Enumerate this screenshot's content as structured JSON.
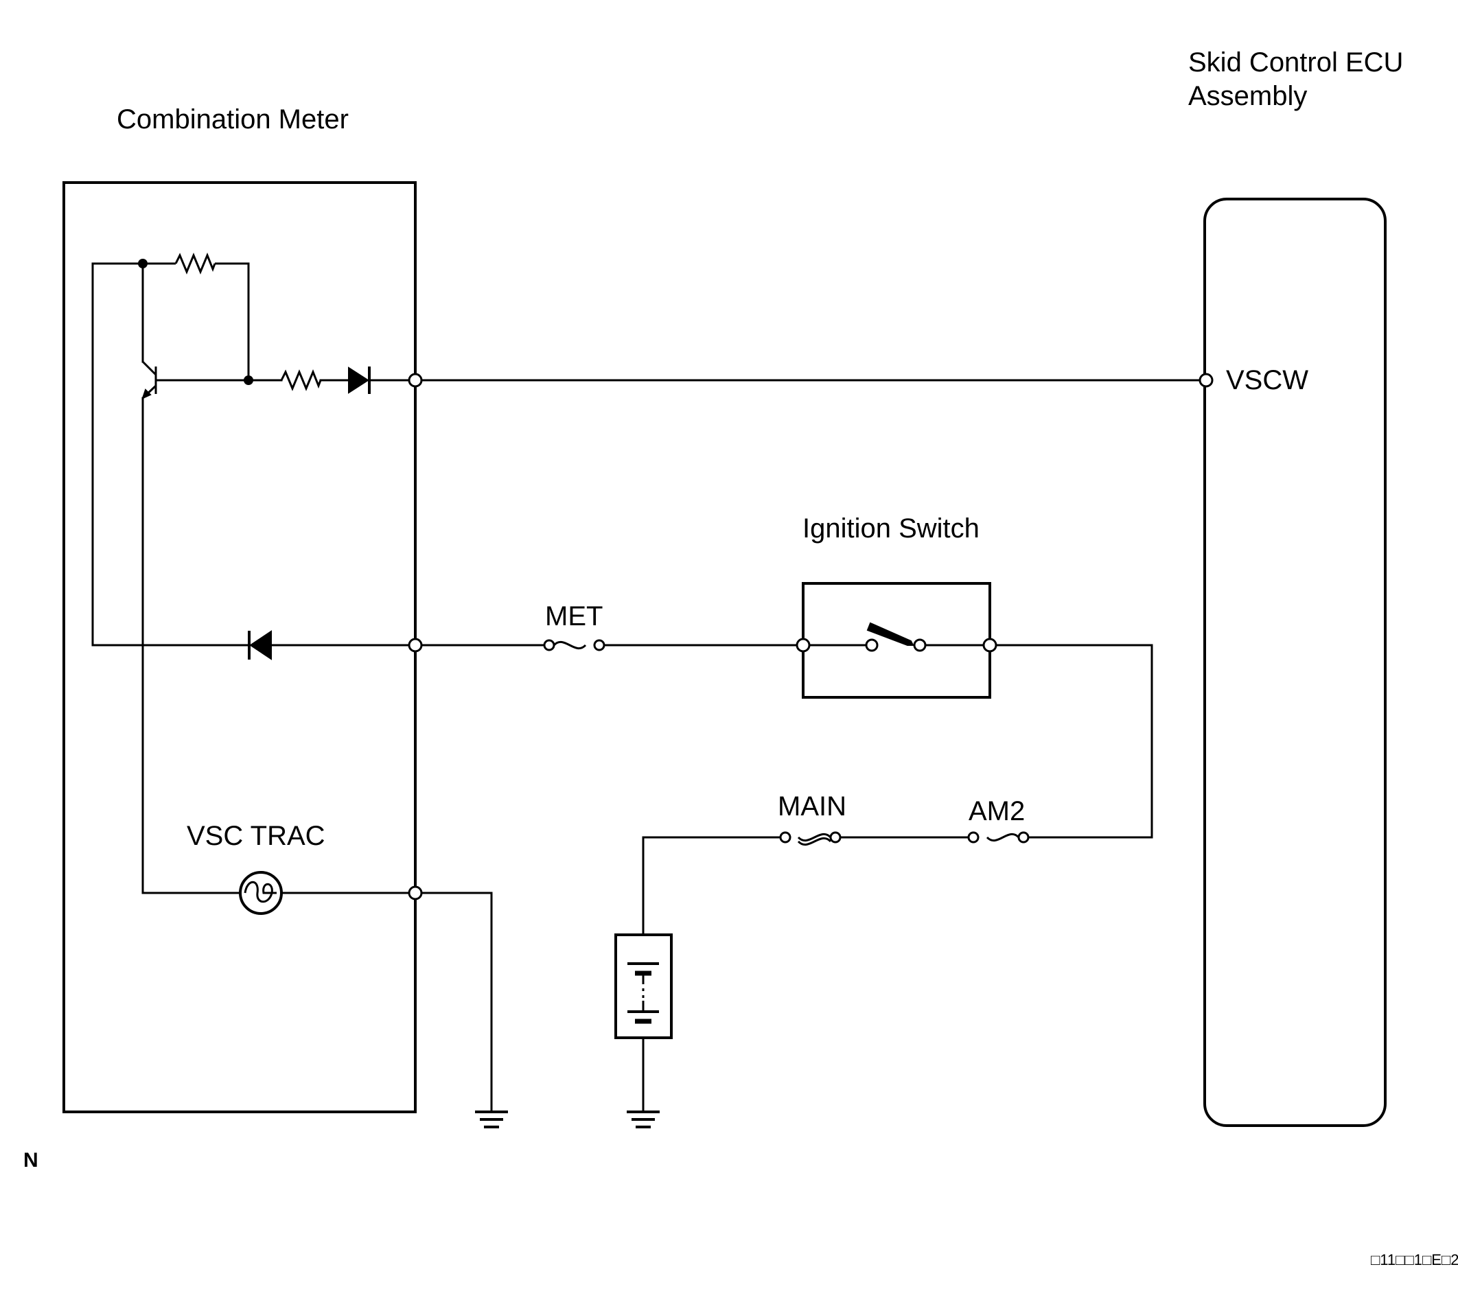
{
  "components": {
    "combination_meter": {
      "label": "Combination Meter"
    },
    "skid_control_ecu": {
      "label_line1": "Skid Control ECU",
      "label_line2": "Assembly",
      "terminal": "VSCW"
    },
    "ignition_switch": {
      "label": "Ignition Switch"
    },
    "indicator_lamp": {
      "label": "VSC TRAC"
    }
  },
  "fuses": {
    "met": "MET",
    "main": "MAIN",
    "am2": "AM2"
  },
  "corner_mark": "N",
  "figure_code": "□11□□1□E□2",
  "colors": {
    "line": "#000000",
    "background": "#ffffff"
  }
}
